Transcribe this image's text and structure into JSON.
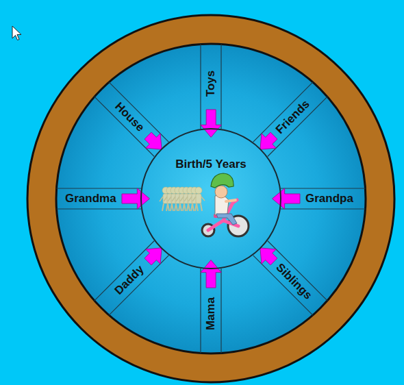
{
  "diagram": {
    "nodes": [
      {
        "text": [
          "Toys"
        ]
      },
      {
        "text": [
          "House"
        ]
      },
      {
        "text": [
          "Friends"
        ]
      },
      {
        "text": [
          "Birth/5 Years"
        ]
      },
      {
        "text": [
          "Grandma"
        ]
      },
      {
        "text": [
          "Grandpa"
        ]
      },
      {
        "text": [
          "Daddy"
        ]
      },
      {
        "text": [
          "Siblings"
        ]
      },
      {
        "text": [
          "Mama"
        ]
      }
    ],
    "edges": [
      {
        "from": 0,
        "to": 3,
        "arrow": "to"
      },
      {
        "from": 1,
        "to": 3,
        "arrow": "to"
      },
      {
        "from": 2,
        "to": 3,
        "arrow": "to"
      },
      {
        "from": 4,
        "to": 3,
        "arrow": "to"
      },
      {
        "from": 5,
        "to": 3,
        "arrow": "to"
      },
      {
        "from": 6,
        "to": 3,
        "arrow": "to"
      },
      {
        "from": 7,
        "to": 3,
        "arrow": "to"
      },
      {
        "from": 8,
        "to": 3,
        "arrow": "to"
      }
    ]
  }
}
